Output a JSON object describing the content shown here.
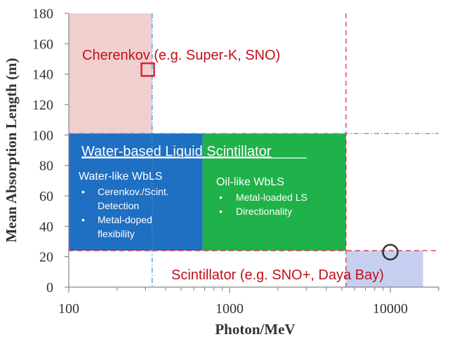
{
  "chart_data": {
    "type": "scatter",
    "title": "",
    "xlabel": "Photon/MeV",
    "ylabel": "Mean Absorption Length (m)",
    "xscale": "log",
    "xlim": [
      100,
      20000
    ],
    "ylim": [
      0,
      180
    ],
    "x_ticks": [
      100,
      1000,
      10000
    ],
    "y_ticks": [
      0,
      20,
      40,
      60,
      80,
      100,
      120,
      140,
      160,
      180
    ],
    "grid": false,
    "regions": [
      {
        "name": "cherenkov",
        "x": [
          100,
          330
        ],
        "y": [
          101,
          180
        ],
        "color": "#f0cfcf"
      },
      {
        "name": "water-like-wblS",
        "x": [
          100,
          680
        ],
        "y": [
          24,
          101
        ],
        "color": "#1f6fc2"
      },
      {
        "name": "oil-like-wbls",
        "x": [
          680,
          5300
        ],
        "y": [
          24,
          101
        ],
        "color": "#1fb24a"
      },
      {
        "name": "scintillator",
        "x": [
          5300,
          16000
        ],
        "y": [
          0,
          24
        ],
        "color": "#c7cff0"
      }
    ],
    "reference_lines": [
      {
        "name": "h-24-dash",
        "orientation": "horizontal",
        "value": 24,
        "x": [
          100,
          20000
        ],
        "style": "dash",
        "color": "#e0202a"
      },
      {
        "name": "v-5300-dash",
        "orientation": "vertical",
        "value": 5300,
        "y": [
          0,
          180
        ],
        "style": "dash",
        "color": "#e0202a"
      },
      {
        "name": "h-101-dashdot",
        "orientation": "horizontal",
        "value": 101,
        "x": [
          100,
          20000
        ],
        "style": "dashdot",
        "color": "#3a8fd6"
      },
      {
        "name": "v-330-dashdot",
        "orientation": "vertical",
        "value": 330,
        "y": [
          0,
          180
        ],
        "style": "dashdot",
        "color": "#3a8fd6"
      }
    ],
    "markers": [
      {
        "name": "square-marker",
        "shape": "square",
        "x": 310,
        "y": 143,
        "color": "#e0202a"
      },
      {
        "name": "circle-marker",
        "shape": "circle",
        "x": 10000,
        "y": 23,
        "color": "#333333"
      }
    ],
    "annotations": {
      "cherenkov": "Cherenkov (e.g. Super-K, SNO)",
      "scintillator": "Scintillator (e.g. SNO+, Daya Bay)",
      "wbls_title": "Water-based Liquid Scintillator",
      "water_like_title": "Water-like WbLS",
      "water_like_items": [
        "Cerenkov./Scint. Detection",
        "Metal-doped flexibility"
      ],
      "oil_like_title": "Oil-like WbLS",
      "oil_like_items": [
        "Metal-loaded LS",
        "Directionality"
      ],
      "bullet": "•"
    },
    "colors": {
      "axis": "#888888",
      "tick_text": "#333333",
      "label_text": "#333333",
      "annotation_red": "#c0101a",
      "white_text": "#ffffff"
    }
  }
}
